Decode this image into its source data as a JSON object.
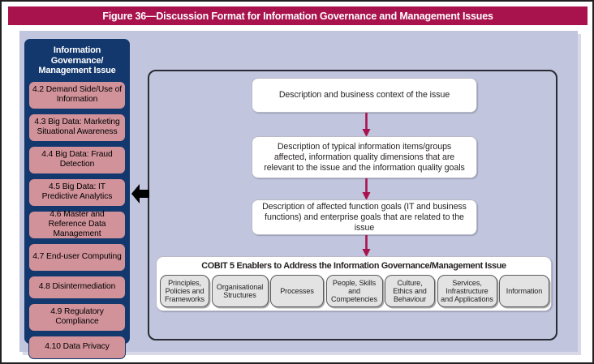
{
  "figure": {
    "title": "Figure 36—Discussion Format for Information Governance and Management Issues",
    "title_bar_color": "#a8134e",
    "panel_color": "#c1c5de",
    "sidebar_color": "#12386e",
    "sidebar_item_color": "#d1929a",
    "connector_color": "#a8134e"
  },
  "sidebar": {
    "heading": "Information Governance/ Management Issue",
    "heading_line1": "Information Governance/",
    "heading_line2": "Management Issue",
    "items": [
      {
        "label": "4.2 Demand Side/Use of Information",
        "lines": 2
      },
      {
        "label": "4.3 Big Data:  Marketing Situational Awareness",
        "lines": 2
      },
      {
        "label": "4.4 Big Data: Fraud Detection",
        "lines": 2
      },
      {
        "label": "4.5 Big Data: IT Predictive Analytics",
        "lines": 2
      },
      {
        "label": "4.6 Master and Reference Data Management",
        "lines": 2
      },
      {
        "label": "4.7 End-user Computing",
        "lines": 2
      },
      {
        "label": "4.8 Disintermediation",
        "lines": 1
      },
      {
        "label": "4.9 Regulatory Compliance",
        "lines": 2
      },
      {
        "label": "4.10 Data Privacy",
        "lines": 1
      }
    ]
  },
  "flow": {
    "steps": [
      "Description and business context of the issue",
      "Description of typical information items/groups affected, information quality dimensions that are relevant to the issue and the information quality goals",
      "Description of affected function goals (IT and business functions) and enterprise goals that are related to the issue"
    ]
  },
  "enablers": {
    "title": "COBIT 5 Enablers to Address the Information Governance/Management Issue",
    "items": [
      "Principles, Policies and Frameworks",
      "Organisational Structures",
      "Processes",
      "People, Skills and Competencies",
      "Culture, Ethics and Behaviour",
      "Services, Infrastructure and Applications",
      "Information"
    ]
  },
  "icons": {
    "pointer": "left-arrow-icon",
    "connector": "down-arrow-icon"
  }
}
